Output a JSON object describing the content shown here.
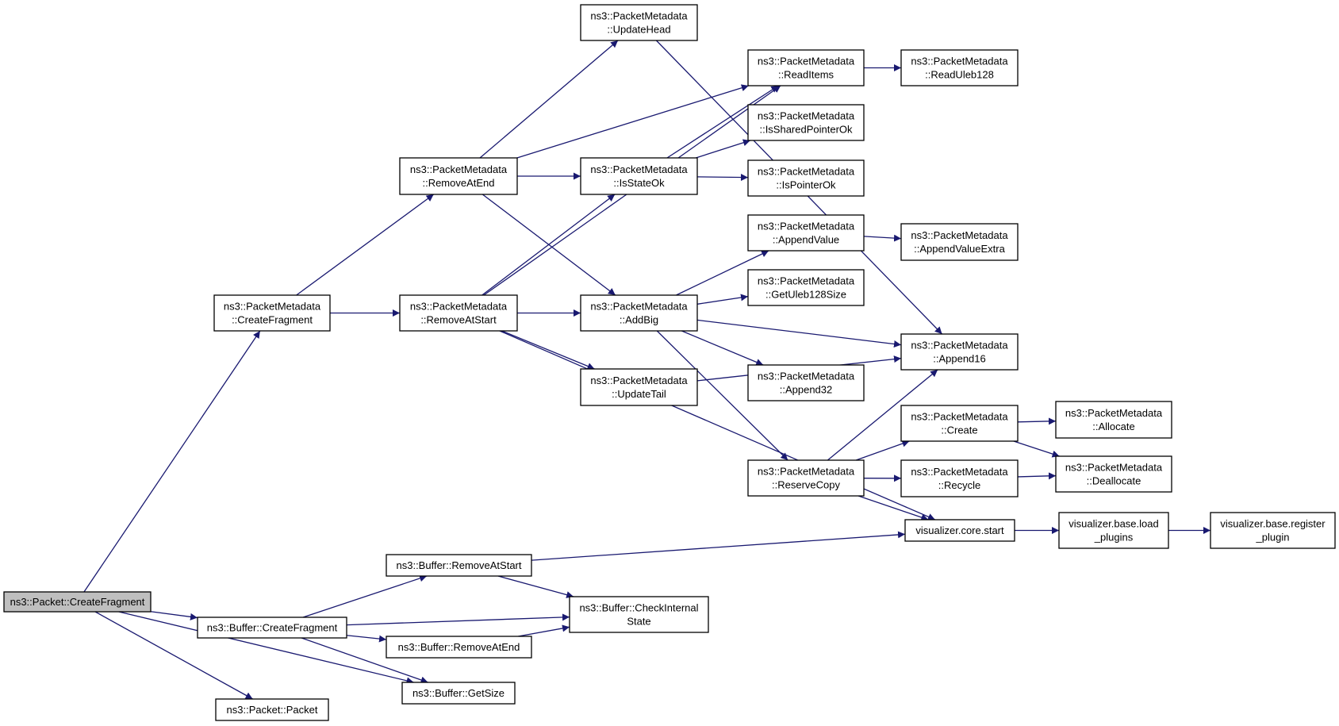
{
  "colors": {
    "edge": "#191970",
    "node_fill": "#ffffff",
    "root_fill": "#bfbfbf",
    "border": "#000000"
  },
  "nodes": [
    {
      "id": "pkt_cf",
      "lines": [
        "ns3::Packet::CreateFragment"
      ],
      "root": true
    },
    {
      "id": "pm_cf",
      "lines": [
        "ns3::PacketMetadata",
        "::CreateFragment"
      ]
    },
    {
      "id": "buf_cf",
      "lines": [
        "ns3::Buffer::CreateFragment"
      ]
    },
    {
      "id": "pkt_packet",
      "lines": [
        "ns3::Packet::Packet"
      ]
    },
    {
      "id": "buf_gs",
      "lines": [
        "ns3::Buffer::GetSize"
      ]
    },
    {
      "id": "pm_rae",
      "lines": [
        "ns3::PacketMetadata",
        "::RemoveAtEnd"
      ]
    },
    {
      "id": "pm_ras",
      "lines": [
        "ns3::PacketMetadata",
        "::RemoveAtStart"
      ]
    },
    {
      "id": "buf_ras",
      "lines": [
        "ns3::Buffer::RemoveAtStart"
      ]
    },
    {
      "id": "buf_rae",
      "lines": [
        "ns3::Buffer::RemoveAtEnd"
      ]
    },
    {
      "id": "buf_cis",
      "lines": [
        "ns3::Buffer::CheckInternal",
        "State"
      ]
    },
    {
      "id": "pm_uh",
      "lines": [
        "ns3::PacketMetadata",
        "::UpdateHead"
      ]
    },
    {
      "id": "pm_iso",
      "lines": [
        "ns3::PacketMetadata",
        "::IsStateOk"
      ]
    },
    {
      "id": "pm_ab",
      "lines": [
        "ns3::PacketMetadata",
        "::AddBig"
      ]
    },
    {
      "id": "pm_ut",
      "lines": [
        "ns3::PacketMetadata",
        "::UpdateTail"
      ]
    },
    {
      "id": "vis_cs",
      "lines": [
        "visualizer.core.start"
      ]
    },
    {
      "id": "pm_ri",
      "lines": [
        "ns3::PacketMetadata",
        "::ReadItems"
      ]
    },
    {
      "id": "pm_ispo",
      "lines": [
        "ns3::PacketMetadata",
        "::IsSharedPointerOk"
      ]
    },
    {
      "id": "pm_ipo",
      "lines": [
        "ns3::PacketMetadata",
        "::IsPointerOk"
      ]
    },
    {
      "id": "pm_av",
      "lines": [
        "ns3::PacketMetadata",
        "::AppendValue"
      ]
    },
    {
      "id": "pm_gus",
      "lines": [
        "ns3::PacketMetadata",
        "::GetUleb128Size"
      ]
    },
    {
      "id": "pm_a32",
      "lines": [
        "ns3::PacketMetadata",
        "::Append32"
      ]
    },
    {
      "id": "pm_rc",
      "lines": [
        "ns3::PacketMetadata",
        "::ReserveCopy"
      ]
    },
    {
      "id": "pm_ru",
      "lines": [
        "ns3::PacketMetadata",
        "::ReadUleb128"
      ]
    },
    {
      "id": "pm_ave",
      "lines": [
        "ns3::PacketMetadata",
        "::AppendValueExtra"
      ]
    },
    {
      "id": "pm_a16",
      "lines": [
        "ns3::PacketMetadata",
        "::Append16"
      ]
    },
    {
      "id": "pm_create",
      "lines": [
        "ns3::PacketMetadata",
        "::Create"
      ]
    },
    {
      "id": "pm_recycle",
      "lines": [
        "ns3::PacketMetadata",
        "::Recycle"
      ]
    },
    {
      "id": "pm_alloc",
      "lines": [
        "ns3::PacketMetadata",
        "::Allocate"
      ]
    },
    {
      "id": "pm_dealloc",
      "lines": [
        "ns3::PacketMetadata",
        "::Deallocate"
      ]
    },
    {
      "id": "vis_lp",
      "lines": [
        "visualizer.base.load",
        "_plugins"
      ]
    },
    {
      "id": "vis_rp",
      "lines": [
        "visualizer.base.register",
        "_plugin"
      ]
    }
  ],
  "edges": [
    {
      "from": "pkt_cf",
      "to": "pm_cf"
    },
    {
      "from": "pkt_cf",
      "to": "buf_cf"
    },
    {
      "from": "pkt_cf",
      "to": "buf_gs"
    },
    {
      "from": "pkt_cf",
      "to": "pkt_packet"
    },
    {
      "from": "pm_cf",
      "to": "pm_rae"
    },
    {
      "from": "pm_cf",
      "to": "pm_ras"
    },
    {
      "from": "pm_rae",
      "to": "pm_uh"
    },
    {
      "from": "pm_rae",
      "to": "pm_ri"
    },
    {
      "from": "pm_rae",
      "to": "pm_iso"
    },
    {
      "from": "pm_rae",
      "to": "pm_ab"
    },
    {
      "from": "pm_ras",
      "to": "pm_ri"
    },
    {
      "from": "pm_ras",
      "to": "pm_iso"
    },
    {
      "from": "pm_ras",
      "to": "pm_ab"
    },
    {
      "from": "pm_ras",
      "to": "pm_ut"
    },
    {
      "from": "pm_ras",
      "to": "vis_cs"
    },
    {
      "from": "pm_uh",
      "to": "pm_a16"
    },
    {
      "from": "pm_iso",
      "to": "pm_ri"
    },
    {
      "from": "pm_iso",
      "to": "pm_ispo"
    },
    {
      "from": "pm_iso",
      "to": "pm_ipo"
    },
    {
      "from": "pm_ri",
      "to": "pm_ru"
    },
    {
      "from": "pm_ab",
      "to": "pm_av"
    },
    {
      "from": "pm_ab",
      "to": "pm_gus"
    },
    {
      "from": "pm_ab",
      "to": "pm_a16"
    },
    {
      "from": "pm_ab",
      "to": "pm_a32"
    },
    {
      "from": "pm_ab",
      "to": "pm_rc"
    },
    {
      "from": "pm_av",
      "to": "pm_ave"
    },
    {
      "from": "pm_ut",
      "to": "pm_a16"
    },
    {
      "from": "pm_rc",
      "to": "pm_a16"
    },
    {
      "from": "pm_rc",
      "to": "pm_create"
    },
    {
      "from": "pm_rc",
      "to": "pm_recycle"
    },
    {
      "from": "pm_rc",
      "to": "vis_cs"
    },
    {
      "from": "pm_create",
      "to": "pm_alloc"
    },
    {
      "from": "pm_create",
      "to": "pm_dealloc"
    },
    {
      "from": "pm_recycle",
      "to": "pm_dealloc"
    },
    {
      "from": "vis_cs",
      "to": "vis_lp"
    },
    {
      "from": "vis_lp",
      "to": "vis_rp"
    },
    {
      "from": "buf_cf",
      "to": "buf_ras"
    },
    {
      "from": "buf_cf",
      "to": "buf_cis"
    },
    {
      "from": "buf_cf",
      "to": "buf_rae"
    },
    {
      "from": "buf_cf",
      "to": "buf_gs"
    },
    {
      "from": "buf_ras",
      "to": "vis_cs"
    },
    {
      "from": "buf_ras",
      "to": "buf_cis"
    },
    {
      "from": "buf_rae",
      "to": "buf_cis"
    }
  ]
}
